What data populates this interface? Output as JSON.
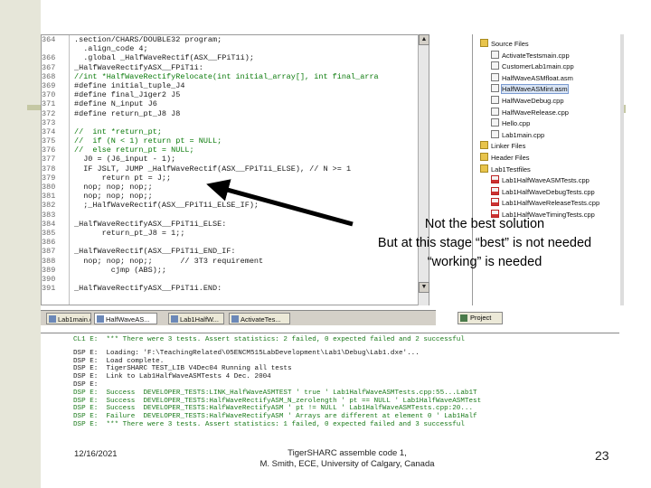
{
  "editor": {
    "lines": [
      {
        "n": "364",
        "t": ".section/CHARS/DOUBLE32 program;",
        "c": false
      },
      {
        "n": "",
        "t": "  .align_code 4;",
        "c": false
      },
      {
        "n": "366",
        "t": "  .global _HalfWaveRectif(ASX__FPiT1i);",
        "c": false
      },
      {
        "n": "367",
        "t": "_HalfWaveRectifyASX__FPiT1i:",
        "c": false
      },
      {
        "n": "368",
        "t": "//int *HalfWaveRectifyRelocate(int initial_array[], int final_arra",
        "c": true
      },
      {
        "n": "369",
        "t": "#define initial_tuple_J4",
        "c": false
      },
      {
        "n": "370",
        "t": "#define final_J1ger2 J5",
        "c": false
      },
      {
        "n": "371",
        "t": "#define N_input J6",
        "c": false
      },
      {
        "n": "372",
        "t": "#define return_pt_J8 J8",
        "c": false
      },
      {
        "n": "373",
        "t": "",
        "c": false
      },
      {
        "n": "374",
        "t": "//  int *return_pt;",
        "c": true
      },
      {
        "n": "375",
        "t": "//  if (N < 1) return pt = NULL;",
        "c": true
      },
      {
        "n": "376",
        "t": "//  else return_pt = NULL;",
        "c": true
      },
      {
        "n": "377",
        "t": "  J0 = (J6_input - 1);",
        "c": false
      },
      {
        "n": "378",
        "t": "  IF JSLT, JUMP _HalfWaveRectif(ASX__FPiT1i_ELSE), // N >= 1",
        "c": false
      },
      {
        "n": "379",
        "t": "      return pt = J;;",
        "c": false
      },
      {
        "n": "380",
        "t": "  nop; nop; nop;;",
        "c": false
      },
      {
        "n": "381",
        "t": "  nop; nop; nop;;",
        "c": false
      },
      {
        "n": "382",
        "t": "  ;_HalfWaveRectif(ASX__FPiT1i_ELSE_IF);",
        "c": false
      },
      {
        "n": "383",
        "t": "",
        "c": false
      },
      {
        "n": "384",
        "t": "_HalfWaveRectifyASX__FPiT1i_ELSE:",
        "c": false
      },
      {
        "n": "385",
        "t": "      return_pt_J8 = 1;;",
        "c": false
      },
      {
        "n": "386",
        "t": "",
        "c": false
      },
      {
        "n": "387",
        "t": "_HalfWaveRectif(ASX__FPiT1i_END_IF:",
        "c": false
      },
      {
        "n": "388",
        "t": "  nop; nop; nop;;      // 3T3 requirement",
        "c": false
      },
      {
        "n": "389",
        "t": "        cjmp (ABS);;",
        "c": false
      },
      {
        "n": "390",
        "t": "",
        "c": false
      },
      {
        "n": "391",
        "t": "_HalfWaveRectifyASX__FPiT1i.END:",
        "c": false
      }
    ]
  },
  "tree": {
    "items": [
      {
        "label": "Source Files",
        "kind": "folder",
        "indent": 0
      },
      {
        "label": "ActivateTestsmain.cpp",
        "kind": "file",
        "indent": 1
      },
      {
        "label": "CustomerLab1main.cpp",
        "kind": "file",
        "indent": 1
      },
      {
        "label": "HalfWaveASMfloat.asm",
        "kind": "file",
        "indent": 1
      },
      {
        "label": "HalfWaveASMint.asm",
        "kind": "file",
        "indent": 1,
        "selected": true
      },
      {
        "label": "HalfWaveDebug.cpp",
        "kind": "file",
        "indent": 1
      },
      {
        "label": "HalfWaveRelease.cpp",
        "kind": "file",
        "indent": 1
      },
      {
        "label": "Hello.cpp",
        "kind": "file",
        "indent": 1
      },
      {
        "label": "Lab1main.cpp",
        "kind": "file",
        "indent": 1
      },
      {
        "label": "Linker Files",
        "kind": "folder",
        "indent": 0
      },
      {
        "label": "Header Files",
        "kind": "folder",
        "indent": 0
      },
      {
        "label": "Lab1Testfiles",
        "kind": "folder",
        "indent": 0
      },
      {
        "label": "Lab1HalfWaveASMTests.cpp",
        "kind": "file-red",
        "indent": 1
      },
      {
        "label": "Lab1HalfWaveDebugTests.cpp",
        "kind": "file-red",
        "indent": 1
      },
      {
        "label": "Lab1HalfWaveReleaseTests.cpp",
        "kind": "file-red",
        "indent": 1
      },
      {
        "label": "Lab1HalfWaveTimingTests.cpp",
        "kind": "file-red",
        "indent": 1
      }
    ]
  },
  "tabs": [
    {
      "label": "Lab1main.cpp",
      "active": false
    },
    {
      "label": "HalfWaveAS...",
      "active": true
    },
    {
      "label": "Lab1HalfW...",
      "active": false
    },
    {
      "label": "ActivateTes...",
      "active": false
    }
  ],
  "project_tab": "Project",
  "output": {
    "group1": [
      {
        "t": "CL1 E:  *** There were 3 tests. Assert statistics: 2 failed, 0 expected failed and 2 successful",
        "k": "good"
      }
    ],
    "group2": [
      {
        "t": "DSP E:  Loading: 'F:\\TeachingRelated\\05ENCM515LabDevelopment\\Lab1\\Debug\\Lab1.dxe'...",
        "k": ""
      },
      {
        "t": "DSP E:  Load complete.",
        "k": ""
      },
      {
        "t": "DSP E:  TigerSHARC TEST_LIB V4Dec04 Running all tests",
        "k": ""
      },
      {
        "t": "DSP E:  Link to Lab1HalfWaveASMTests 4 Dec. 2004",
        "k": ""
      },
      {
        "t": "DSP E:",
        "k": ""
      },
      {
        "t": "DSP E:  Success  DEVELOPER_TESTS:LINK_HalfWaveASMTEST ' true ' Lab1HalfWaveASMTests.cpp:55...Lab1T",
        "k": "good"
      },
      {
        "t": "DSP E:  Success  DEVELOPER_TESTS:HalfWaveRectifyASM_N_zerolength ' pt == NULL ' Lab1HalfWaveASMTest",
        "k": "good"
      },
      {
        "t": "DSP E:  Success  DEVELOPER_TESTS:HalfWaveRectifyASM ' pt != NULL ' Lab1HalfWaveASMTests.cpp:20...",
        "k": "good"
      },
      {
        "t": "DSP E:  Failure  DEVELOPER_TESTS:HalfWaveRectifyASM ' Arrays are different at element 0 ' Lab1Half",
        "k": "bad"
      },
      {
        "t": "DSP E:  *** There were 3 tests. Assert statistics: 1 failed, 0 expected failed and 3 successful",
        "k": "good"
      }
    ]
  },
  "callout": {
    "line1": "Not the best solution",
    "line2": "But at this stage “best” is not needed",
    "line3": "“working” is needed"
  },
  "footer": {
    "date": "12/16/2021",
    "title": "TigerSHARC assemble code 1,",
    "author": "M. Smith, ECE, University of Calgary, Canada",
    "page": "23"
  },
  "colors": {
    "comment_green": "#0a7a0a",
    "deco_beige": "#e6e6d9",
    "accent_olive": "#c5c8a4"
  }
}
